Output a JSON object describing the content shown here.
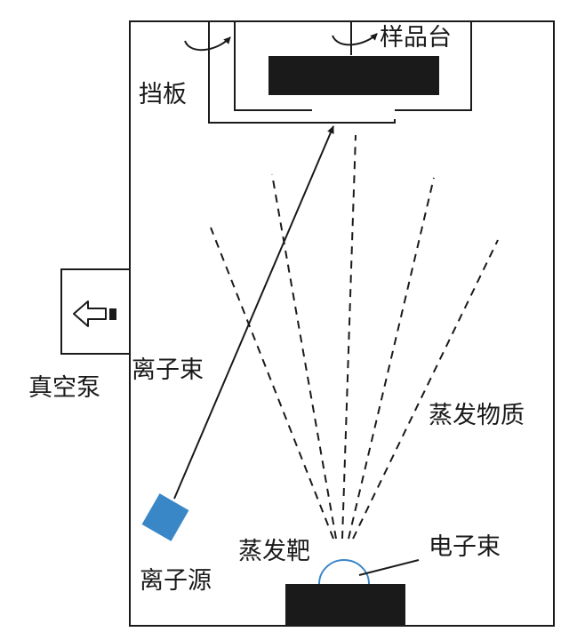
{
  "labels": {
    "sample_stage": "样品台",
    "shutter": "挡板",
    "vacuum_pump": "真空泵",
    "ion_beam": "离子束",
    "evaporated_material": "蒸发物质",
    "evaporation_target": "蒸发靶",
    "electron_beam": "电子束",
    "ion_source": "离子源"
  },
  "colors": {
    "line": "#1a1a1a",
    "ion_source_fill": "#3a87c8",
    "target_dome": "#3a87c8",
    "block_fill": "#1a1a1a",
    "background": "#ffffff"
  },
  "icons": {
    "pump_arrow": "left-arrow-icon",
    "rotation": "rotation-arrow-icon"
  }
}
